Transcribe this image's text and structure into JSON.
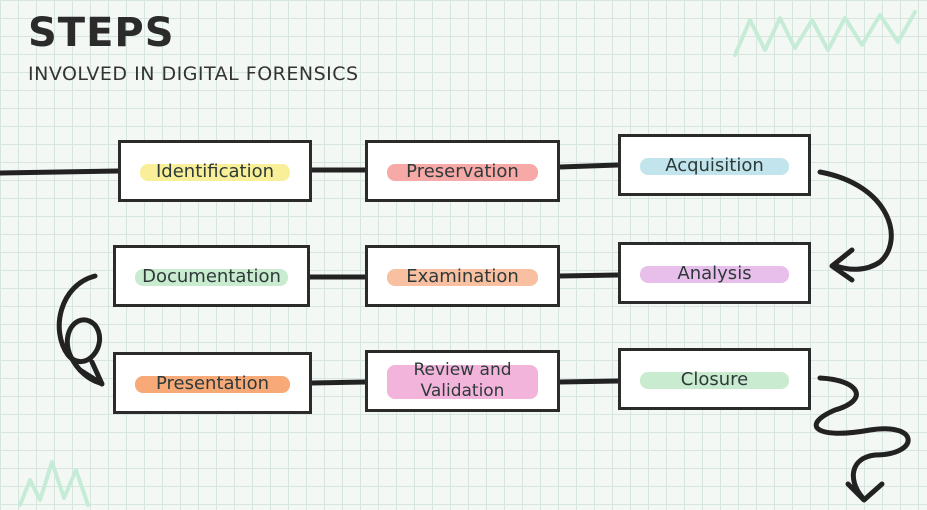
{
  "header": {
    "title": "STEPS",
    "subtitle": "INVOLVED IN DIGITAL FORENSICS"
  },
  "steps": [
    {
      "label": "Identification",
      "highlight": "#f7ec86"
    },
    {
      "label": "Preservation",
      "highlight": "#f49a97"
    },
    {
      "label": "Acquisition",
      "highlight": "#b7e1ea"
    },
    {
      "label": "Documentation",
      "highlight": "#bfe8c7"
    },
    {
      "label": "Examination",
      "highlight": "#f7b58f"
    },
    {
      "label": "Analysis",
      "highlight": "#e4b4e6"
    },
    {
      "label": "Presentation",
      "highlight": "#f79a60"
    },
    {
      "label_line1": "Review and",
      "label_line2": "Validation",
      "highlight": "#f1a7d6"
    },
    {
      "label": "Closure",
      "highlight": "#bfe8c7"
    }
  ],
  "colors": {
    "ink": "#2b2b2b",
    "grid": "#d6e6de",
    "deco_squiggle": "#bfead2"
  }
}
